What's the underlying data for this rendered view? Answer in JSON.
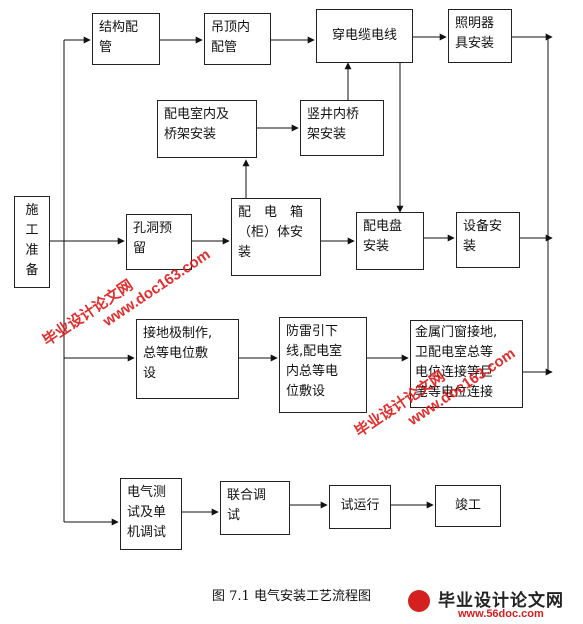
{
  "nodes": {
    "prep": "施\n工\n准\n备",
    "structure_pipe": "结构配\n管",
    "ceiling_pipe": "吊顶内\n配管",
    "cable_pulling": "穿电缆电线",
    "lighting_install": "照明器\n具安装",
    "room_tray": "配电室内及\n桥架安装",
    "shaft_tray": "竖井内桥\n架安装",
    "hole_reserve": "孔洞预\n留",
    "distribution_box": "配　电　箱\n（柜）体安\n装",
    "panel_install": "配电盘\n安装",
    "equipment_install": "设备安\n装",
    "grounding": "接地极制作,\n总等电位敷\n设",
    "lightning": "防雷引下\n线,配电室\n内总等电\n位敷设",
    "metal_door": "金属门窗接地,\n卫配电室总等\n电位连接等巨\n笔等电位连接",
    "test_single": "电气测\n试及单\n机调试",
    "joint_debug": "联合调\n试",
    "trial_run": "试运行",
    "completion": "竣工"
  },
  "caption": "图 7.1  电气安装工艺流程图",
  "watermarks": {
    "text_cn": "毕业设计论文网",
    "text_url": "www.doc163.com",
    "color": "#e21818"
  },
  "brand": {
    "name": "毕业设计论文网",
    "url": "www.56doc.com"
  }
}
